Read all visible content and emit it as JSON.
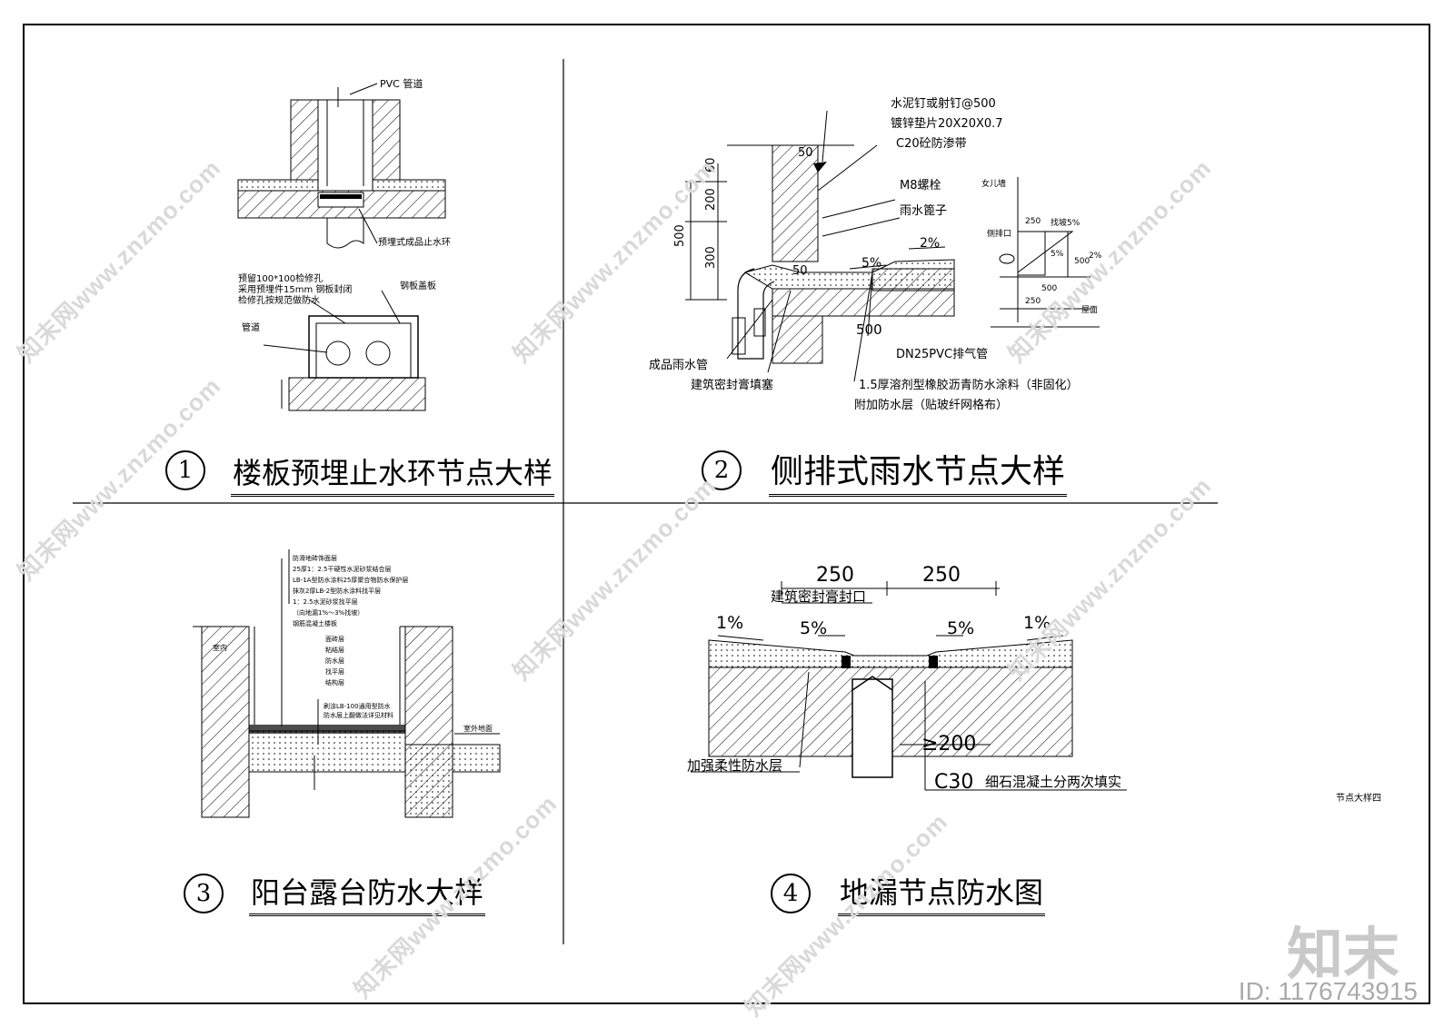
{
  "captions": {
    "d1": {
      "num": "1",
      "title": "楼板预埋止水环节点大样"
    },
    "d2": {
      "num": "2",
      "title": "侧排式雨水节点大样"
    },
    "d3": {
      "num": "3",
      "title": "阳台露台防水大样"
    },
    "d4": {
      "num": "4",
      "title": "地漏节点防水图"
    }
  },
  "d1": {
    "pvc": "PVC 管道",
    "ring": "预埋式成品止水环",
    "box1": "预留100*100检修孔",
    "box2": "采用预埋件15mm 钢板封闭",
    "box3": "检修孔按规范做防水",
    "pipe_label": "管道",
    "top_label": "钢板盖板"
  },
  "d2": {
    "l1": "水泥钉或射钉@500",
    "l2": "镀锌垫片20X20X0.7",
    "l3": "C20砼防渗带",
    "l4": "M8螺栓",
    "l5": "雨水篦子",
    "l6": "DN25PVC排气管",
    "l7": "1.5厚溶剂型橡胶沥青防水涂料（非固化）",
    "l8": "附加防水层（贴玻纤网格布）",
    "l9": "成品雨水管",
    "l10": "建筑密封膏填塞",
    "dim500": "500",
    "dim200": "200",
    "dim300": "300",
    "dim60": "60",
    "dim50a": "50",
    "dim50b": "50",
    "dim500b": "500",
    "slope1": "2%",
    "slope2": "5%",
    "s_a": "250",
    "s_b": "500",
    "s_c": "250",
    "s_d": "2%",
    "s_e": "5%",
    "s_f": "500",
    "s_g": "屋面",
    "s_h": "找坡5%",
    "s_i": "侧排口",
    "s_j": "女儿墙"
  },
  "d3": {
    "n1": "防滑地砖饰面层",
    "n2": "25厚1：2.5干硬性水泥砂浆结合层",
    "n3": "LB-1A型防水涂料25厚聚合物防水保护层",
    "n4": "抹灰2厚LB-2型防水涂料找平层",
    "n5": "1：2.5水泥砂浆找平层",
    "n6": "（向地漏1%～3%找坡）",
    "n7": "钢筋混凝土楼板",
    "m1": "面砖层",
    "m2": "粘结层",
    "m3": "防水层",
    "m4": "找平层",
    "m5": "结构层",
    "m6": "刷涂LB-100通用型防水",
    "m7": "防水层上翻做法详见材料",
    "side": "室内",
    "right": "室外地面"
  },
  "d4": {
    "w250a": "250",
    "w250b": "250",
    "seal": "建筑密封膏封口",
    "p1": "1%",
    "p2": "5%",
    "p3": "5%",
    "p4": "1%",
    "ge200": "≥200",
    "reinf": "加强柔性防水层",
    "c30": "C30",
    "c30b": "细石混凝土分两次填实",
    "tag": "节点大样四"
  },
  "watermark": "知末网www.znzmo.com",
  "brand": "知末",
  "id": "ID: 1176743915"
}
